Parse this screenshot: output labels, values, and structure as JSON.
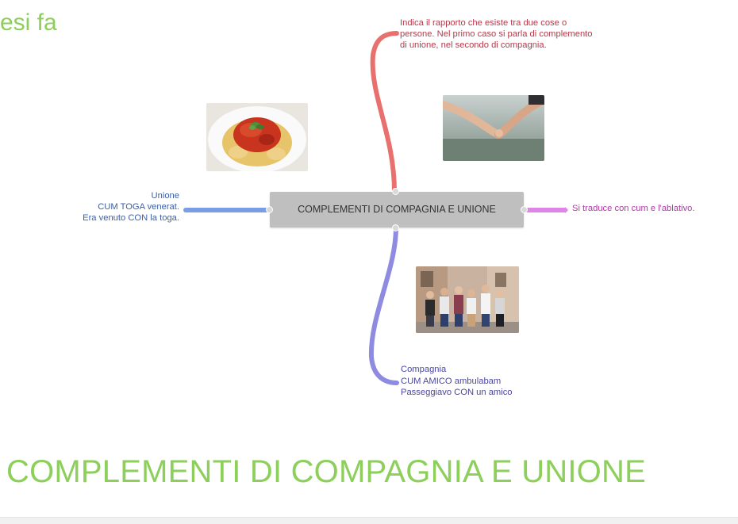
{
  "top_left_text": "esi fa",
  "central_node": {
    "label": "COMPLEMENTI DI COMPAGNIA E UNIONE"
  },
  "branches": {
    "top": {
      "lines": [
        "Indica il rapporto che esiste tra due cose o",
        "persone. Nel primo caso si parla di complemento",
        "di unione, nel secondo di compagnia."
      ],
      "color": "#e8706f"
    },
    "left": {
      "lines": [
        "Unione",
        "CUM TOGA venerat.",
        "Era venuto CON la toga."
      ],
      "color": "#7a9ee6"
    },
    "right": {
      "lines": [
        "Si traduce con cum e l'ablativo."
      ],
      "color": "#dd86e6"
    },
    "bottom": {
      "lines": [
        "Compagnia",
        "CUM AMICO ambulabam",
        "Passeggiavo CON un amico"
      ],
      "color": "#8f8be0"
    }
  },
  "images": [
    {
      "name": "pasta-photo"
    },
    {
      "name": "holding-hands-photo"
    },
    {
      "name": "group-of-friends-photo"
    }
  ],
  "slide_title": "COMPLEMENTI DI COMPAGNIA E UNIONE",
  "colors": {
    "title_green": "#8ccf5a",
    "node_gray": "#bfbfbf"
  }
}
